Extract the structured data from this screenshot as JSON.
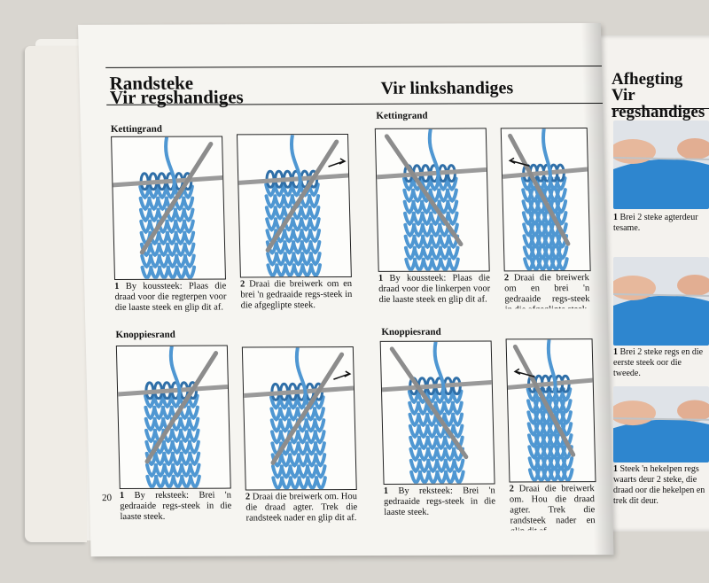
{
  "left_page": {
    "heading_line1": "Randsteke",
    "heading_line2": "Vir regshandiges",
    "heading_right": "Vir linkshandiges",
    "page_number": "20",
    "sections": {
      "kettingrand_left": "Kettingrand",
      "kettingrand_right": "Kettingrand",
      "knoppiesrand_left": "Knoppiesrand",
      "knoppiesrand_right": "Knoppiesrand"
    },
    "captions": {
      "k_r1_num": "1",
      "k_r1": "By koussteek: Plaas die draad voor die regterpen voor die laaste steek en glip dit af.",
      "k_r2_num": "2",
      "k_r2": "Draai die breiwerk om en brei 'n gedraaide regs-steek in die afgeglipte steek.",
      "k_l1_num": "1",
      "k_l1": "By koussteek: Plaas die draad voor die linkerpen voor die laaste steek en glip dit af.",
      "k_l2_num": "2",
      "k_l2": "Draai die breiwerk om en brei 'n gedraaide regs-steek in die afgeglipte steek.",
      "n_r1_num": "1",
      "n_r1": "By reksteek: Brei 'n gedraaide regs-steek in die laaste steek.",
      "n_r2_num": "2",
      "n_r2": "Draai die breiwerk om. Hou die draad agter. Trek die randsteek nader en glip dit af.",
      "n_l1_num": "1",
      "n_l1": "By reksteek: Brei 'n gedraaide regs-steek in die laaste steek.",
      "n_l2_num": "2",
      "n_l2": "Draai die breiwerk om. Hou die draad agter. Trek die randsteek nader en glip dit af."
    }
  },
  "right_page": {
    "heading_line1": "Afhegting",
    "heading_line2": "Vir regshandiges",
    "captions": {
      "c1_num": "1",
      "c1": "Brei 2 steke agterdeur tesame.",
      "c2_num": "1",
      "c2": "Brei 2 steke regs en die eerste steek oor die tweede.",
      "c3_num": "1",
      "c3": "Steek 'n hekelpen regs waarts deur 2 steke, die draad oor die hekelpen en trek dit deur."
    }
  },
  "colors": {
    "yarn": "#4f97d2",
    "yarn_dark": "#2f6fa8",
    "needle": "#9a9a9a",
    "paper": "#f6f5f1"
  },
  "icons": [
    "arrow-right-icon",
    "arrow-left-icon"
  ]
}
